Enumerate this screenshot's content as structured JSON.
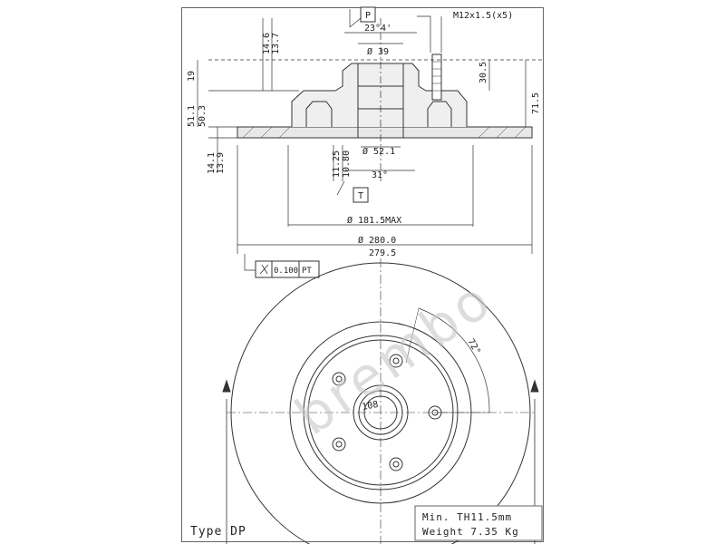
{
  "drawing": {
    "type_label": "Type DP",
    "min_thickness": "Min. TH11.5mm",
    "weight": "Weight 7.35 Kg",
    "watermark": "brembo",
    "tags": {
      "p": "P",
      "t": "T"
    },
    "runout": {
      "value": "0.100",
      "ref": "PT"
    },
    "dims": {
      "thread": "M12x1.5(x5)",
      "angle_top": "23°4'",
      "d39": "Ø 39",
      "d52": "Ø 52.1",
      "angle_bottom": "31°",
      "d181": "Ø 181.5MAX",
      "d280": "Ø 280.0",
      "d279": "279.5",
      "h14_6": "14.6",
      "h13_7": "13.7",
      "h19": "19",
      "h51_1": "51.1",
      "h50_3": "50.3",
      "h14_1": "14.1",
      "h13_9": "13.9",
      "h11_25": "11.25",
      "h10_80": "10.80",
      "h30_5": "30.5",
      "h71_5": "71.5",
      "pcd": "108",
      "angle_72": "72°"
    }
  }
}
